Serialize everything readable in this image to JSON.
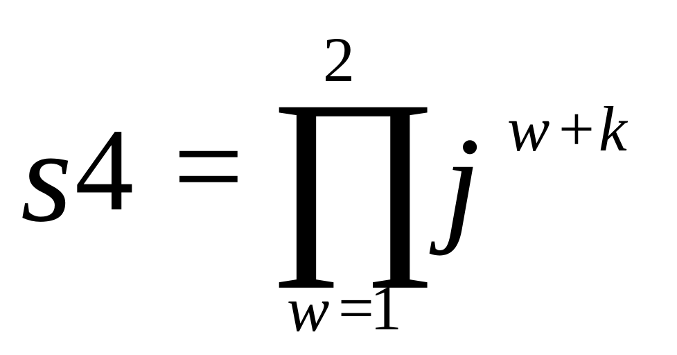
{
  "equation": {
    "lhs_variable": "s",
    "lhs_digit": "4",
    "equals": "=",
    "operator_symbol": "∏",
    "upper_limit": "2",
    "lower_limit_variable": "w",
    "lower_limit_equals": "=",
    "lower_limit_value": "1",
    "base": "j",
    "exponent_variable_1": "w",
    "exponent_operator": "+",
    "exponent_variable_2": "k"
  }
}
